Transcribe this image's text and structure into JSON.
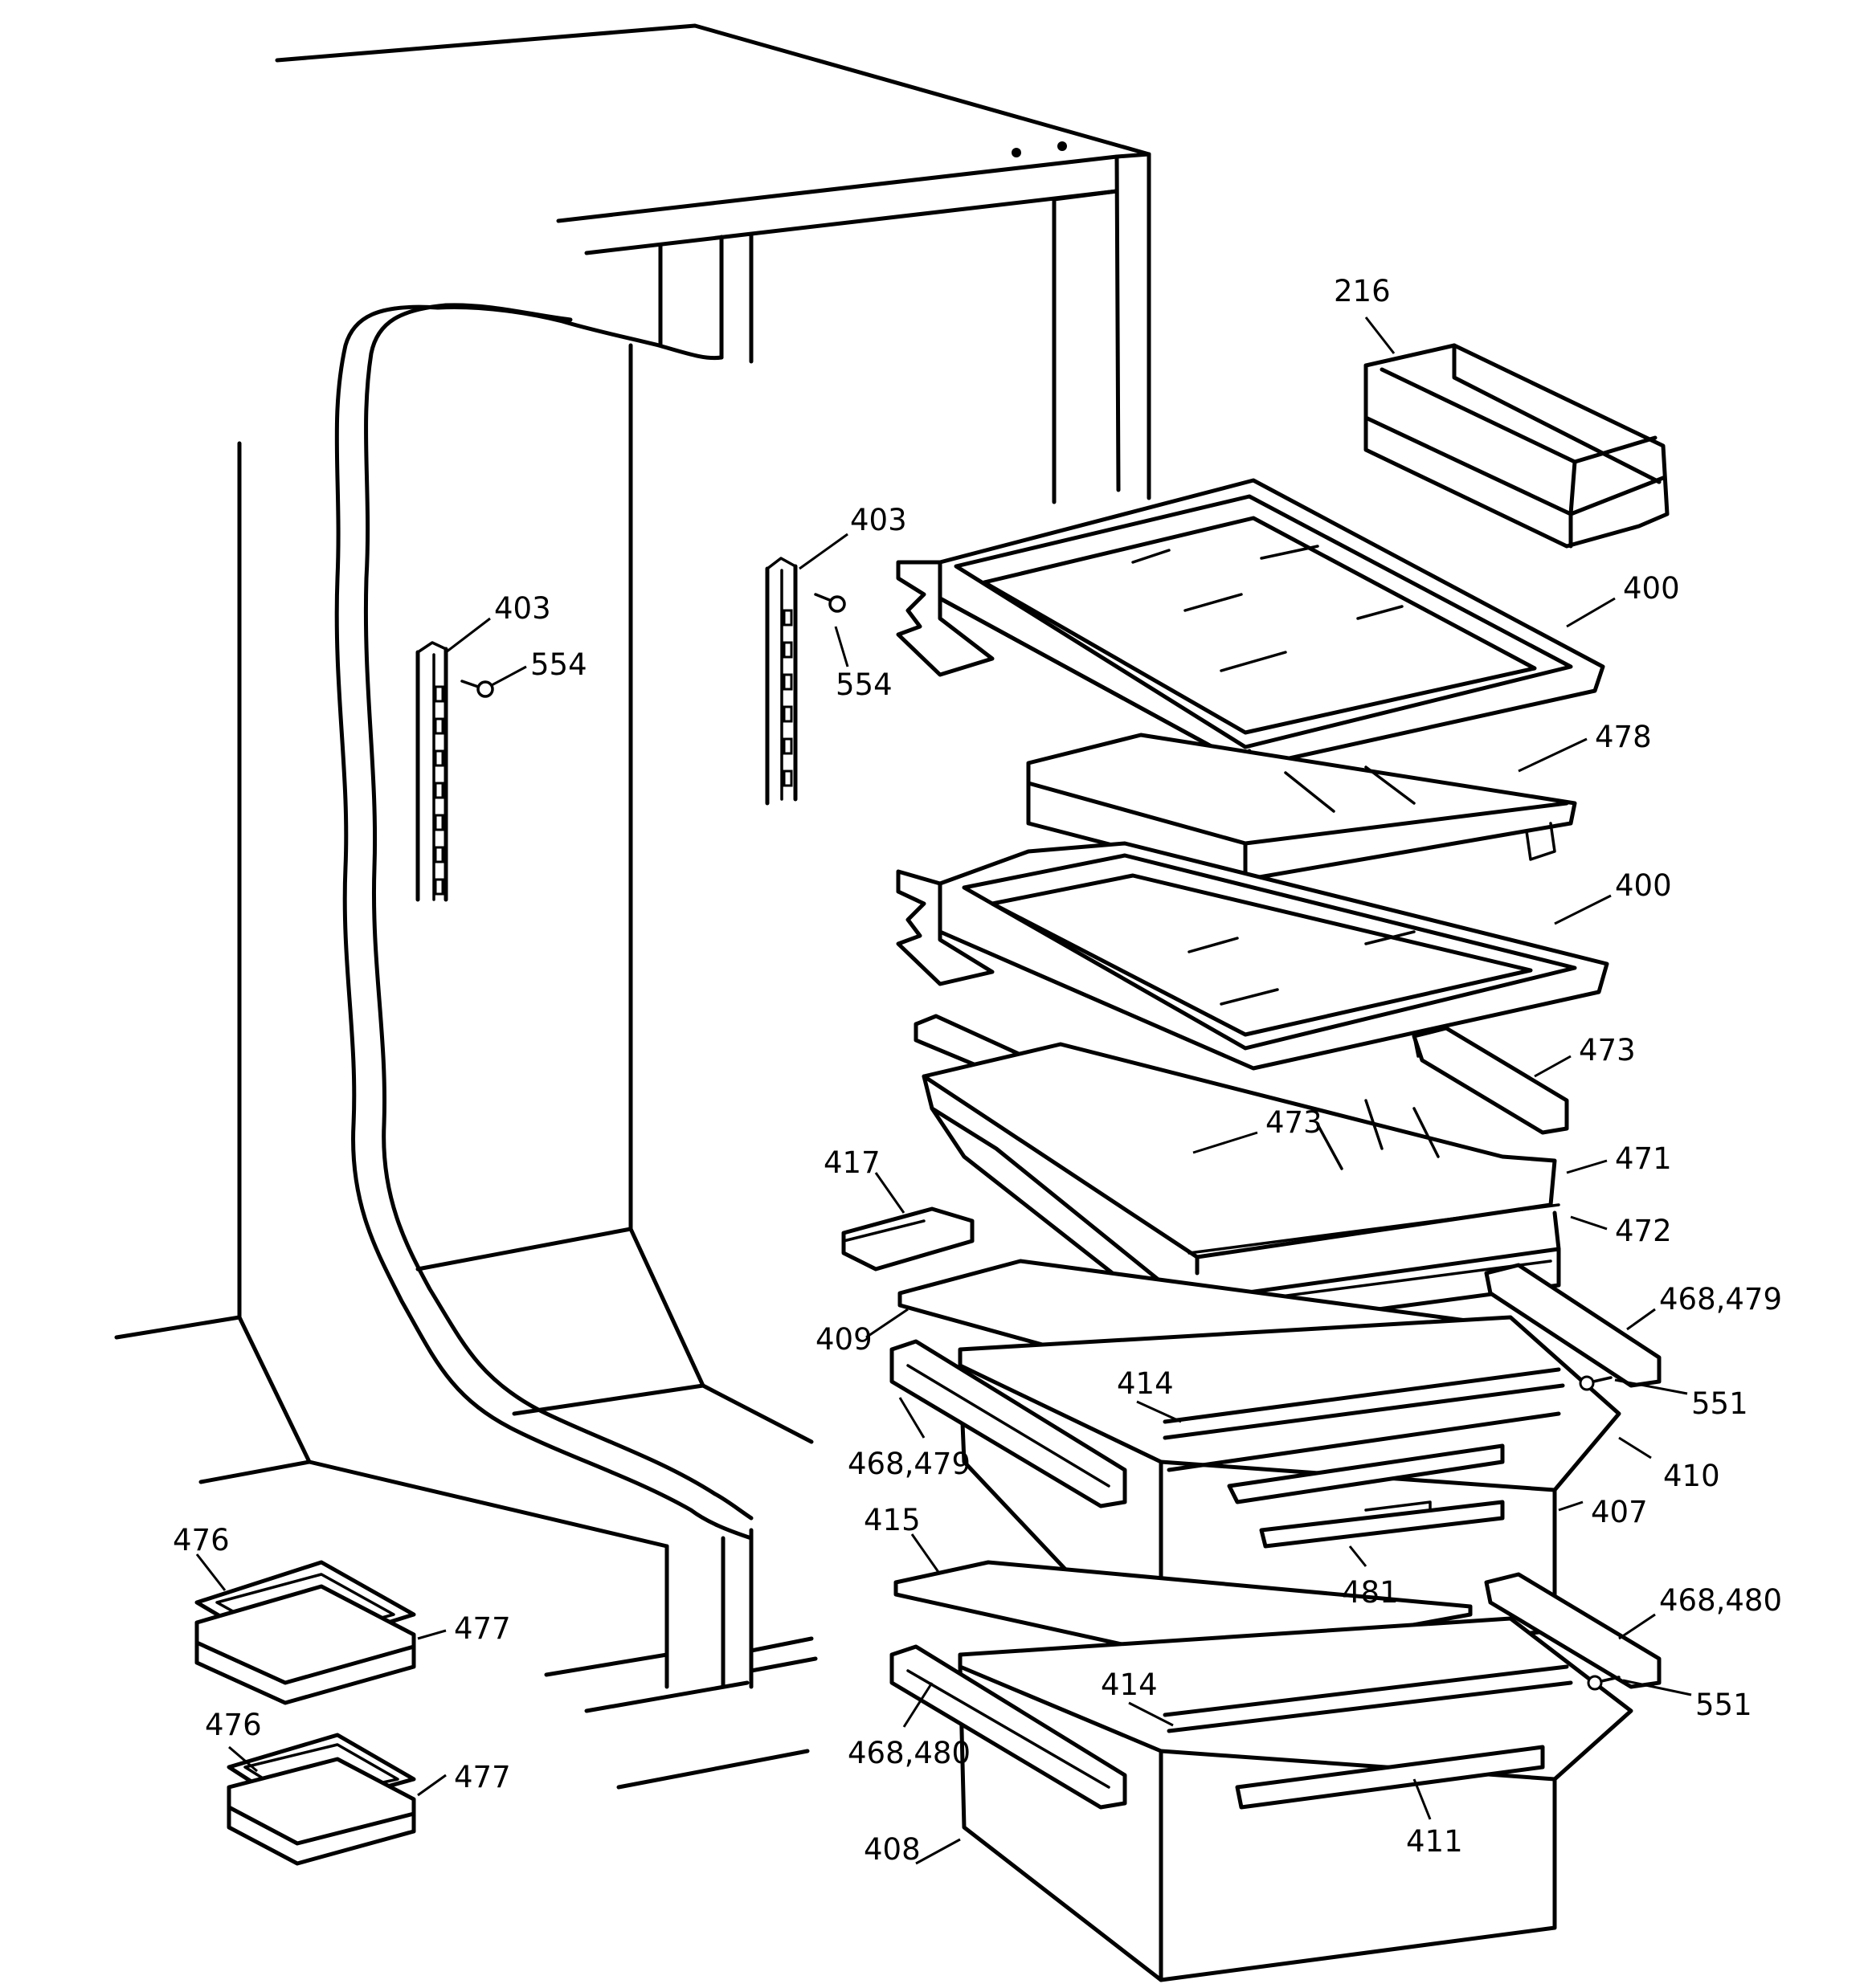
{
  "labels": {
    "p216": "216",
    "p400a": "400",
    "p400b": "400",
    "p403a": "403",
    "p403b": "403",
    "p554a": "554",
    "p554b": "554",
    "p478": "478",
    "p473a": "473",
    "p473b": "473",
    "p471": "471",
    "p472": "472",
    "p417": "417",
    "p409": "409",
    "p468_479a": "468,479",
    "p468_479b": "468,479",
    "p414a": "414",
    "p414b": "414",
    "p551a": "551",
    "p551b": "551",
    "p410": "410",
    "p407": "407",
    "p415": "415",
    "p481": "481",
    "p468_480a": "468,480",
    "p468_480b": "468,480",
    "p411": "411",
    "p408": "408",
    "p476a": "476",
    "p476b": "476",
    "p477a": "477",
    "p477b": "477"
  }
}
